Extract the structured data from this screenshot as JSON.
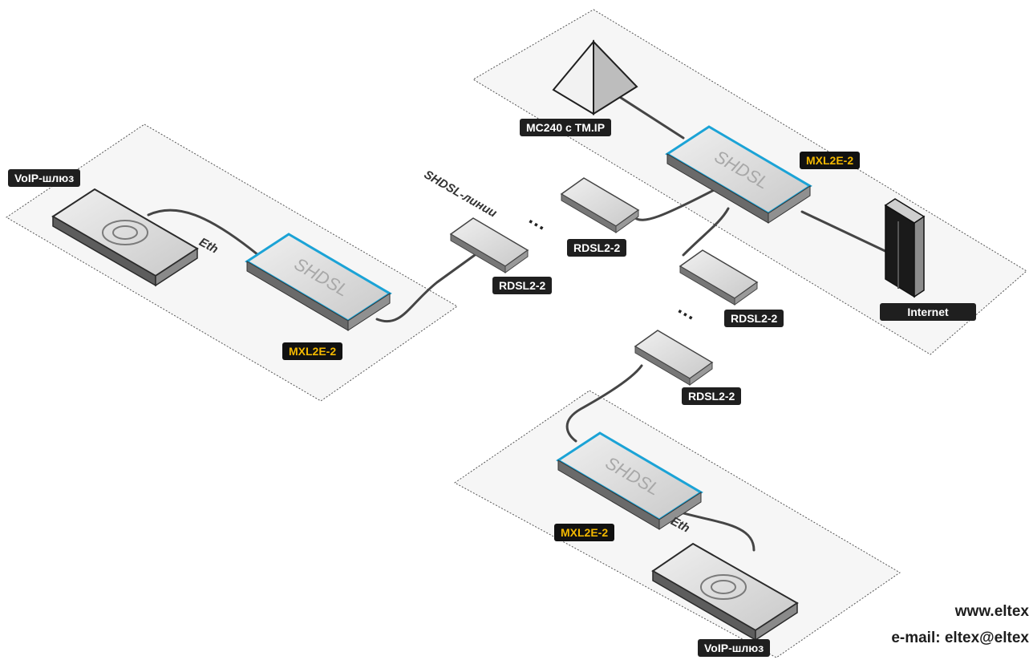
{
  "nodes": {
    "voip_left_label": "VoIP-шлюз",
    "voip_bottom_label": "VoIP-шлюз",
    "mxl_left_label": "MXL2E-2",
    "mxl_top_label": "MXL2E-2",
    "mxl_bottom_label": "MXL2E-2",
    "mc240_label": "MC240 с TM.IP",
    "internet_label": "Internet",
    "rdsl_mid_label": "RDSL2-2",
    "rdsl_upper_label": "RDSL2-2",
    "rdsl_right_label": "RDSL2-2",
    "rdsl_lower_label": "RDSL2-2",
    "shdsl_text": "SHDSL"
  },
  "links": {
    "eth_left": "Eth",
    "eth_bottom": "Eth",
    "shdsl_lines": "SHDSL-линии",
    "dots": "..."
  },
  "contacts": {
    "website": "www.eltex",
    "email": "e-mail: eltex@eltex"
  },
  "colors": {
    "accent": "#1ba3d6",
    "label_bg": "#1f1f1f",
    "mxl_text": "#f3b800",
    "zone_fill": "#f6f6f6"
  }
}
